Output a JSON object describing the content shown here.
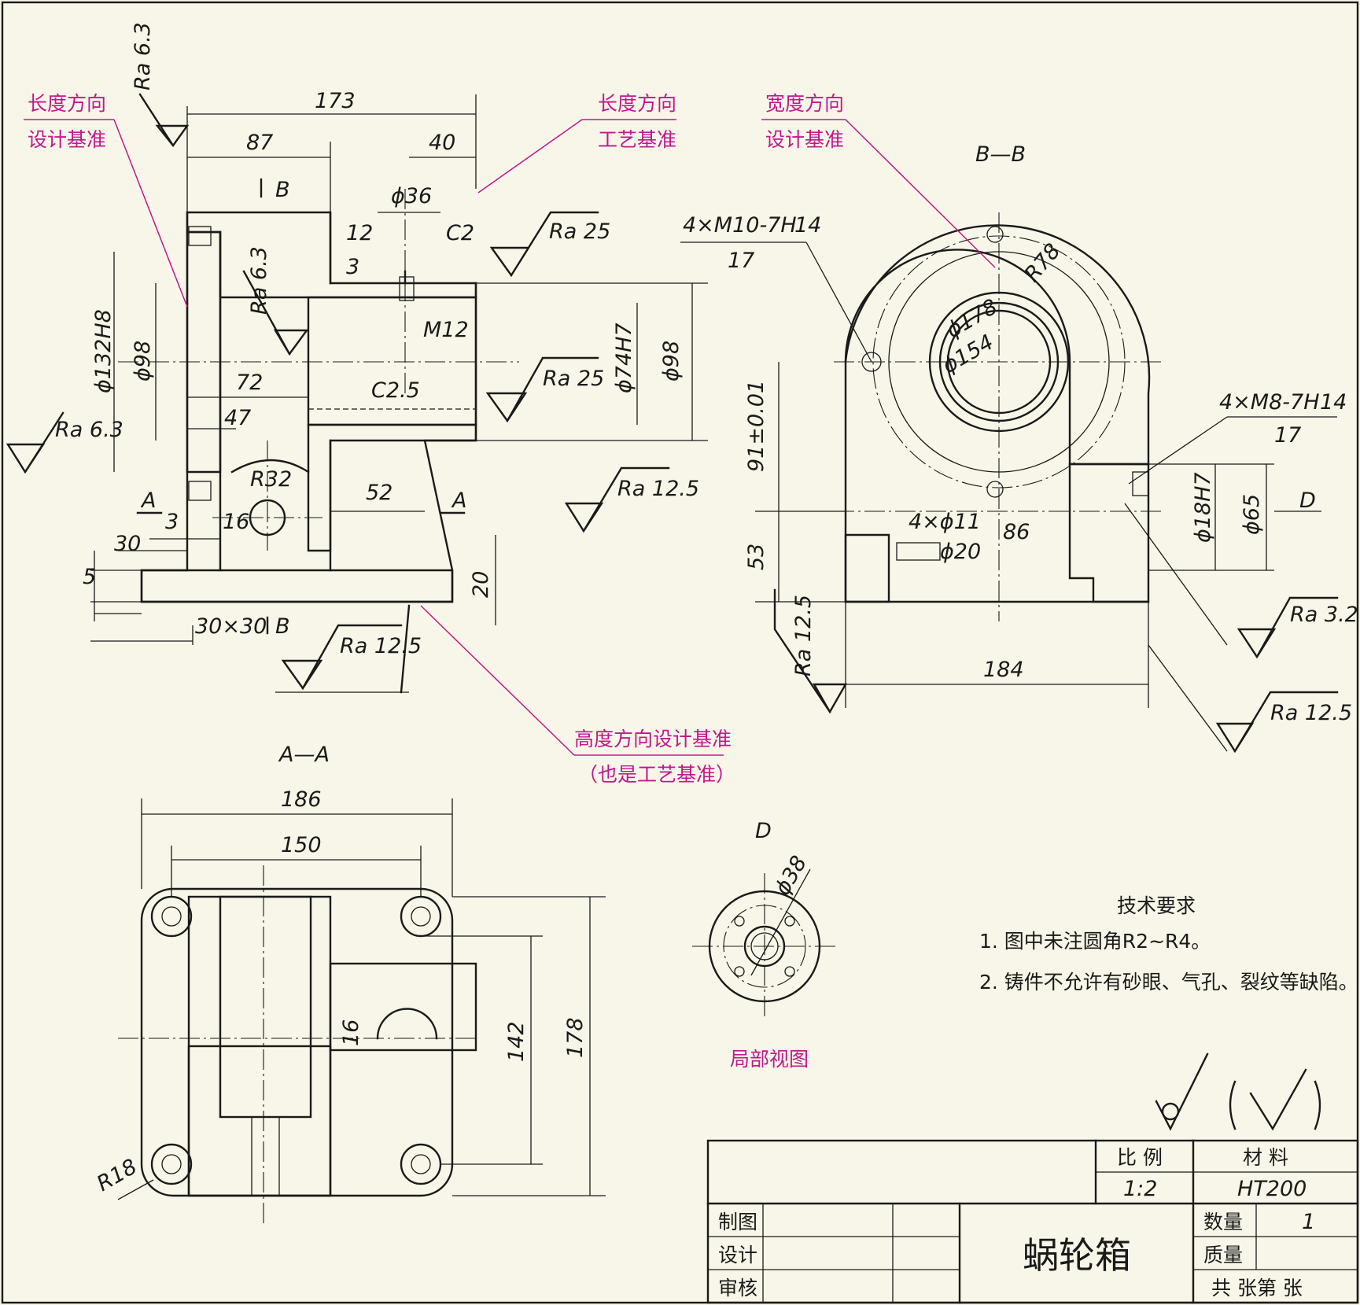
{
  "front_view": {
    "roughness": [
      "Ra 6.3",
      "Ra 6.3",
      "Ra 6.3",
      "Ra 25",
      "Ra 25",
      "Ra 12.5",
      "Ra 12.5"
    ],
    "dims": {
      "d173": "173",
      "d87": "87",
      "d40": "40",
      "d36": "ϕ36",
      "d12": "12",
      "d3a": "3",
      "c2": "C2",
      "m12": "M12",
      "c25": "C2.5",
      "d72": "72",
      "d47": "47",
      "r32": "R32",
      "d16": "16",
      "d3b": "3",
      "d30": "30",
      "d5": "5",
      "d52": "52",
      "d20": "20",
      "d30x30": "30×30",
      "d132": "ϕ132H8",
      "d98a": "ϕ98",
      "d74": "ϕ74H7",
      "d98b": "ϕ98"
    },
    "section_marks": {
      "b_top": "B",
      "b_bottom": "B",
      "a_left": "A",
      "a_right": "A"
    }
  },
  "section_bb": {
    "title": "B—B",
    "roughness": [
      "Ra 12.5",
      "Ra 3.2",
      "Ra 12.5"
    ],
    "dims": {
      "thread1a": "4×M10-7H",
      "thread1b": "14",
      "thread1c": "17",
      "thread2a": "4×M8-7H",
      "thread2b": "14",
      "thread2c": "17",
      "r78": "R78",
      "d178": "ϕ178",
      "d154": "ϕ154",
      "d91": "91±0.01",
      "d53": "53",
      "hole11": "4×ϕ11",
      "hole20": "ϕ20",
      "d86": "86",
      "d18": "ϕ18H7",
      "d65": "ϕ65",
      "d184": "184",
      "view_d": "D"
    }
  },
  "section_aa": {
    "title": "A—A",
    "dims": {
      "d186": "186",
      "d150": "150",
      "d142": "142",
      "d178": "178",
      "d16": "16",
      "r18": "R18"
    }
  },
  "view_d": {
    "title": "D",
    "d38": "ϕ38",
    "caption": "局部视图"
  },
  "annotations": {
    "len_design_1": "长度方向",
    "len_design_2": "设计基准",
    "len_process_1": "长度方向",
    "len_process_2": "工艺基准",
    "wid_design_1": "宽度方向",
    "wid_design_2": "设计基准",
    "height_1": "高度方向设计基准",
    "height_2": "（也是工艺基准）"
  },
  "tech": {
    "title": "技术要求",
    "item1": "1. 图中未注圆角R2~R4。",
    "item2": "2. 铸件不允许有砂眼、气孔、裂纹等缺陷。"
  },
  "title_block": {
    "scale_label": "比  例",
    "scale_value": "1:2",
    "material_label": "材    料",
    "material_value": "HT200",
    "drawn": "制图",
    "design": "设计",
    "check": "审核",
    "part_name": "蜗轮箱",
    "qty_label": "数量",
    "qty_value": "1",
    "mass_label": "质量",
    "sheet": "共    张第    张"
  }
}
